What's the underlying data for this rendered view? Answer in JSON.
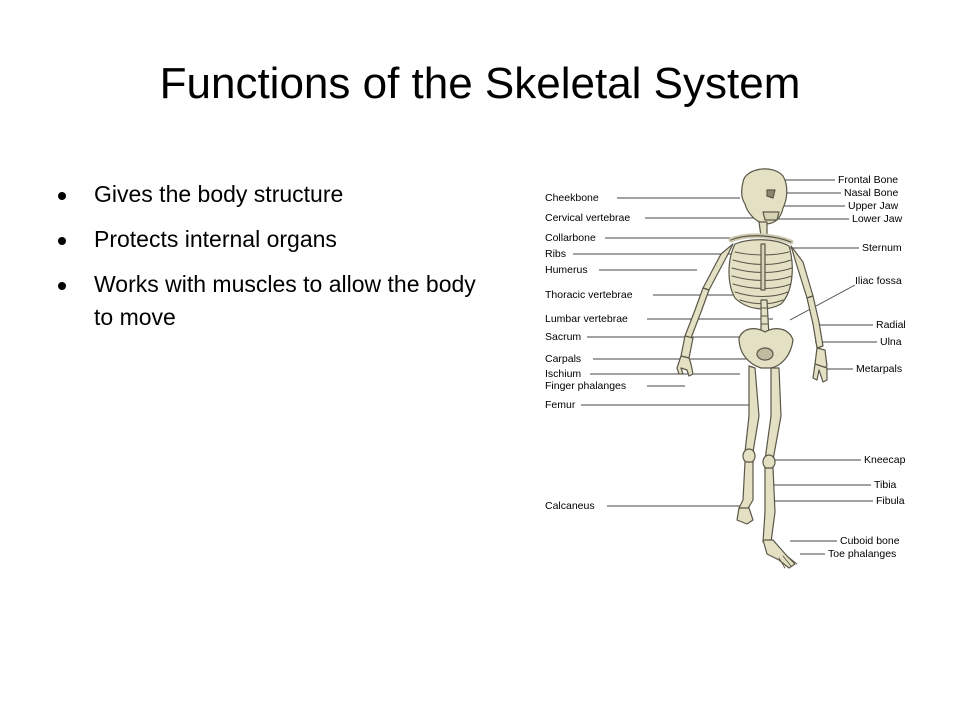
{
  "slide": {
    "title": "Functions of the Skeletal System",
    "bullets": [
      "Gives the body structure",
      "Protects internal organs",
      "Works with muscles to allow the body to move"
    ]
  },
  "diagram": {
    "left_labels": [
      "Cheekbone",
      "Cervical vertebrae",
      "Collarbone",
      "Ribs",
      "Humerus",
      "Thoracic vertebrae",
      "Lumbar vertebrae",
      "Sacrum",
      "Carpals",
      "Ischium",
      "Finger phalanges",
      "Femur",
      "Calcaneus"
    ],
    "right_labels": [
      "Frontal Bone",
      "Nasal Bone",
      "Upper Jaw",
      "Lower Jaw",
      "Sternum",
      "Iliac fossa",
      "Radial",
      "Ulna",
      "Metarpals",
      "Kneecap",
      "Tibia",
      "Fibula",
      "Cuboid bone",
      "Toe phalanges"
    ],
    "bone_color": "#e4e0c4",
    "outline_color": "#5a5748"
  }
}
